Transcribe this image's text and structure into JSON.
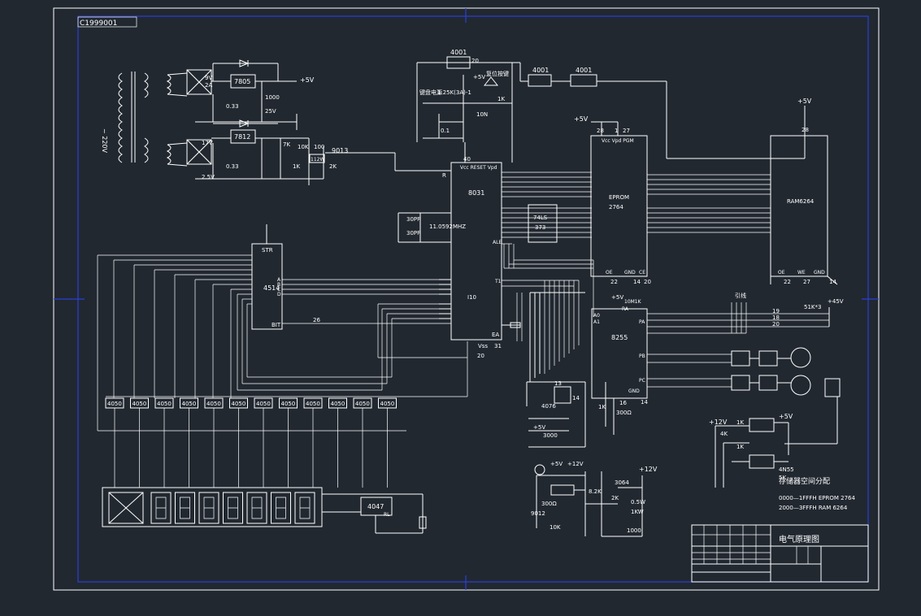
{
  "drawing": {
    "code": "C1999001",
    "colors": {
      "background": "#212830",
      "line": "#ffffff",
      "frame": "#2a3fd6"
    }
  },
  "power": {
    "ac_label": "~ 220V",
    "reg1": "7805",
    "reg1_out": "+5V",
    "reg1_v": "9V",
    "reg1_a": "2A",
    "cap1": "0.33",
    "cap2": "1000",
    "cap2_v": "25V",
    "reg2": "7812",
    "reg2_v": "17V",
    "reg2_a": "2.5V",
    "cap3": "0.33",
    "r_7k": "7K",
    "r_10k": "10K",
    "r_100": "100",
    "r_1k": "1K",
    "r_2k": "2K",
    "t_9013": "9013",
    "c_112w": "112W"
  },
  "reset": {
    "chip1": "4001",
    "chip1_pin": "20",
    "label_left": "键盘电源",
    "label_right": "复位按键",
    "plus5": "+5V",
    "r_pins": "1.25K(3A)-1",
    "r_1k": "1K",
    "r_10n": "10N",
    "c_01": "0.1"
  },
  "gates": {
    "g1": "4001",
    "g2": "4001"
  },
  "mcu": {
    "name": "8031",
    "pin_top": "40",
    "header": "Vcc RESET Vpd",
    "reset_pin": "R",
    "crystal": "11.0592MHZ",
    "cap_a": "30PF",
    "cap_b": "30PF",
    "ale": "ALE",
    "ea": "EA",
    "vss": "Vss",
    "pin31": "31",
    "pin20": "20",
    "t1": "T1",
    "io": "I10"
  },
  "latch": {
    "name": "74LS",
    "sub": "373"
  },
  "eprom": {
    "name": "EPROM",
    "model": "2764",
    "vcc": "+5V",
    "pin_a": "28",
    "pin_b": "1",
    "pin_c": "27",
    "header": "Vcc Vpd PGM",
    "oe": "OE",
    "gnd": "GND",
    "ce": "CE",
    "p22": "22",
    "p14": "14",
    "p20": "20"
  },
  "ram": {
    "name": "RAM6264",
    "vcc": "+5V",
    "pin": "28",
    "oe": "OE",
    "we": "WE",
    "gnd": "GND",
    "p22": "22",
    "p27": "27",
    "p14": "14"
  },
  "decoder": {
    "name": "4514",
    "str": "STR",
    "bit": "BIT",
    "pin": "26",
    "a": "A",
    "b": "B",
    "c": "C",
    "d": "D"
  },
  "ppi": {
    "name": "8255",
    "vcc": "+5V",
    "r_10m": "10M1K",
    "ra": "RA",
    "a0": "A0",
    "a1": "A1",
    "gnd": "GND",
    "p14": "14",
    "pa": "PA",
    "pb": "PB",
    "pc": "PC",
    "pins": [
      "19",
      "18",
      "20"
    ],
    "r_51k": "51K*3",
    "v45": "+45V",
    "header": "引线"
  },
  "buffers": [
    "4050",
    "4050",
    "4050",
    "4050",
    "4050",
    "4050",
    "4050",
    "4050",
    "4050",
    "4050",
    "4050",
    "4050"
  ],
  "display": {
    "timer": "4047",
    "rl": "RL"
  },
  "keys": {
    "chip": "4076",
    "pin13": "13",
    "pin14": "14",
    "r_1k": "1K",
    "r_16": "16",
    "r_300": "300Ω",
    "plus5": "+5V",
    "r_3000": "3000"
  },
  "motor": {
    "plus5": "+5V",
    "plus12": "+12V",
    "r_4k": "4K",
    "r_1k": "1K",
    "r_1k2": "1K",
    "r_5k": "5K",
    "chip": "4N55",
    "label": "存储器空间分配",
    "mem1": "0000—1FFFH EPROM 2764",
    "mem2": "2000—3FFFH RAM 6264"
  },
  "driver": {
    "plus5": "+5V",
    "plus12": "+12V",
    "plus12b": "+12V",
    "t1": "9012",
    "r_300": "300Ω",
    "r_10k": "10K",
    "r_82k": "8.2K",
    "r_2k": "2K",
    "t2": "3064",
    "r_0": "0.5W",
    "c_10": "1KW",
    "r_1000": "1000"
  },
  "title_block": {
    "title": "电气原理图"
  }
}
